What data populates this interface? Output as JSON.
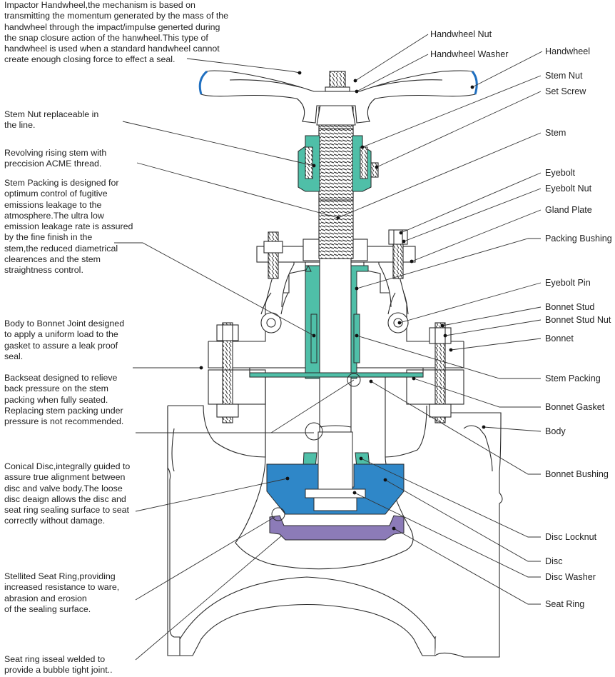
{
  "notes": {
    "impactor_handwheel": "Impactor Handwheel,the mechanism is based on\ntransmitting the momentum generated by the mass of the\nhandwheel through the impact/impulse generted during\nthe snap closure action of the hanwheel.This type of\nhandwheel is used when a standard handwheel cannot\ncreate enough closing force to effect a seal.",
    "stem_nut": "Stem Nut replaceable in\nthe line.",
    "rising_stem": "Revolving rising stem with\npreccision ACME thread.",
    "stem_packing": "Stem Packing is designed for\noptimum control of fugitive\nemissions leakage to the\natmosphere.The ultra low\nemission leakage rate is assured\nby the fine finish in the\nstem,the reduced diametrical\nclearences and the stem\nstraightness control.",
    "body_bonnet_joint": "Body to Bonnet Joint designed\nto apply a uniform load to the\ngasket to assure a leak proof\nseal.",
    "backseat": "Backseat designed to relieve\nback pressure on the stem\npacking when fully seated.\nReplacing stem packing under\npressure is not recommended.",
    "conical_disc": "Conical Disc,integrally guided to\nassure true alignment between\ndisc and valve body.The loose\ndisc deaign allows the disc and\nseat ring sealing surface to seat\ncorrectly without damage.",
    "seat_ring_stellited": "Stellited Seat Ring,providing\nincreased resistance to ware,\nabrasion and erosion\nof the sealing surface.",
    "seat_ring_welded": "Seat ring isseal welded to\nprovide a bubble tight joint.."
  },
  "labels": {
    "handwheel_nut": "Handwheel Nut",
    "handwheel_washer": "Handwheel Washer",
    "handwheel": "Handwheel",
    "stem_nut": "Stem Nut",
    "set_screw": "Set Screw",
    "stem": "Stem",
    "eyebolt": "Eyebolt",
    "eyebolt_nut": "Eyebolt Nut",
    "gland_plate": "Gland Plate",
    "packing_bushing": "Packing Bushing",
    "eyebolt_pin": "Eyebolt Pin",
    "bonnet_stud": "Bonnet Stud",
    "bonnet_stud_nut": "Bonnet Stud Nut",
    "bonnet": "Bonnet",
    "stem_packing": "Stem Packing",
    "bonnet_gasket": "Bonnet Gasket",
    "body": "Body",
    "bonnet_bushing": "Bonnet Bushing",
    "disc_locknut": "Disc Locknut",
    "disc": "Disc",
    "disc_washer": "Disc Washer",
    "seat_ring": "Seat Ring"
  },
  "colors": {
    "teal_parts": "#4fbfa8",
    "disc": "#2f87c8",
    "seat_ring": "#8c7bb8",
    "handwheel_rim": "#1f6fc0",
    "outline": "#2a2a2a"
  }
}
